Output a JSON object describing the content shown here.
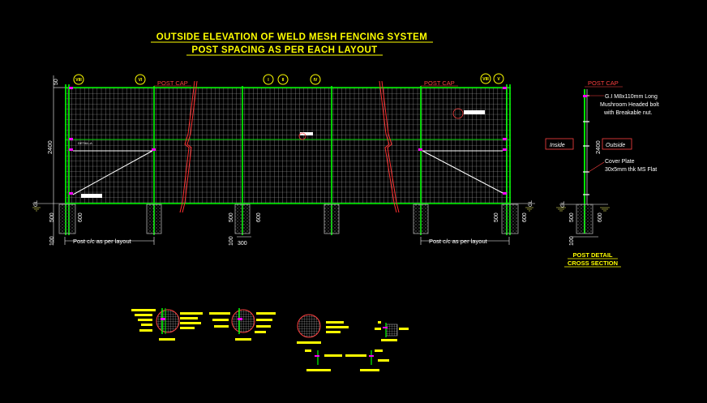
{
  "title": {
    "line1": "OUTSIDE ELEVATION OF WELD MESH FENCING SYSTEM",
    "line2": "POST SPACING AS PER EACH LAYOUT"
  },
  "elevation": {
    "post_cap_left": "POST CAP",
    "post_cap_right": "POST CAP",
    "bubbles": [
      "VIII",
      "VI",
      "I",
      "II",
      "IV",
      "VIII",
      "V"
    ],
    "dim_top": "50",
    "dim_height": "2400",
    "gl_label": "GL",
    "dim_500": "500",
    "dim_600": "600",
    "dim_100": "100",
    "dim_300": "300",
    "post_cc_left": "Post c/c as per layout",
    "post_cc_right": "Post c/c as per layout",
    "detail_tag": "DETAIL-A"
  },
  "cross_section": {
    "post_cap": "POST CAP",
    "bolt_note_1": "G.I M8x110mm Long",
    "bolt_note_2": "Mushroom Headed bolt",
    "bolt_note_3": "with Breakable nut.",
    "inside": "Inside",
    "outside": "Outside",
    "dim_height": "2400",
    "cover_plate_1": "Cover Plate",
    "cover_plate_2": "30x5mm thk MS Flat",
    "gl_label": "GL",
    "dim_500": "500",
    "dim_600": "600",
    "dim_100": "100",
    "caption_1": "POST DETAIL",
    "caption_2": "CROSS SECTION"
  },
  "colors": {
    "background": "#000000",
    "title": "#ffff00",
    "mesh": "#c8c8c8",
    "post": "#00ff00",
    "label_red": "#ff4040",
    "dimension": "#ffffff",
    "marker": "#ff00ff",
    "footing": "#b0b0b0"
  }
}
